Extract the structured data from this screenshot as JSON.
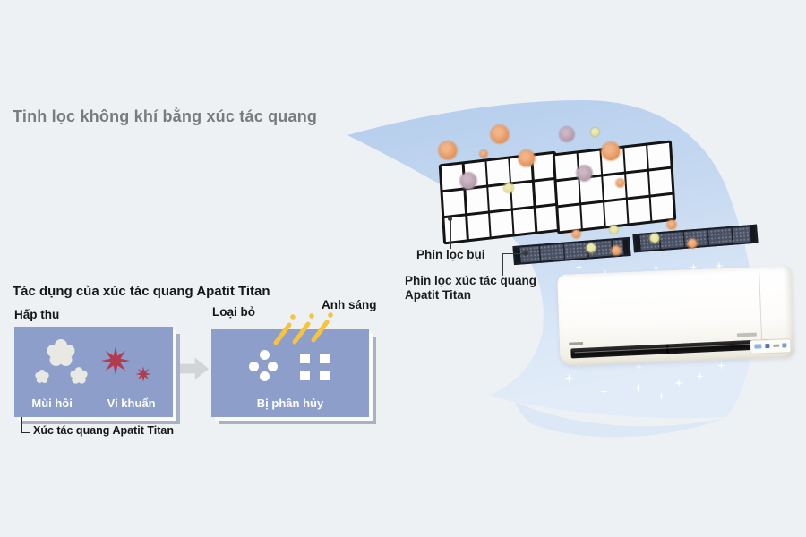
{
  "title": "Tinh lọc không khí bằng xúc tác quang",
  "filters": {
    "dust_label": "Phin lọc bụi",
    "catalyst_label_line1": "Phin lọc xúc tác quang",
    "catalyst_label_line2": "Apatit Titan"
  },
  "process": {
    "heading": "Tác dụng của xúc tác quang Apatit Titan",
    "step1_title": "Hấp thu",
    "step2_title": "Loại bỏ",
    "light_label": "Anh sáng",
    "odor_label": "Mùi hôi",
    "bacteria_label": "Vi khuẩn",
    "decomposed_label": "Bị phân hủy",
    "catalyst_caption": "Xúc tác quang Apatit Titan"
  },
  "colors": {
    "background": "#edf1f4",
    "swoosh_blue_top": "#b4cdec",
    "swoosh_blue_bottom": "#e2ecf8",
    "process_box_blue": "#8d9ecb",
    "ray_yellow": "#f6c33e",
    "bacteria_red": "#b23c4e",
    "particle_orange": "#e5955f",
    "particle_purple": "#b59dad",
    "particle_yellow": "#e0dc8f",
    "title_gray": "#797b7f",
    "filter_mesh_dark": "#4a5162"
  }
}
